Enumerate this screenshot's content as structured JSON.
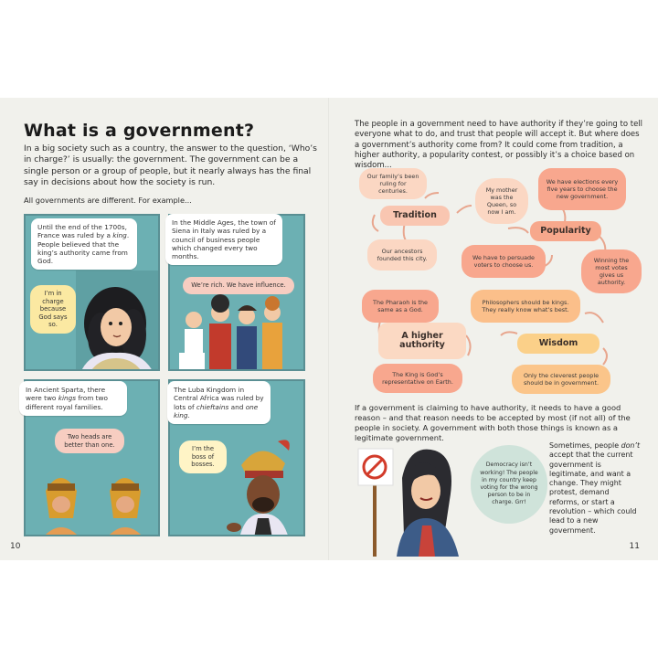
{
  "left_page": {
    "title": "What is a government?",
    "intro_parts": [
      "In a big society such as a country, the answer to the question, ‘Who’s in charge?’ is usually: the government. The government can be a single person or a group of people, but it nearly always has the final say in decisions about how the society is run."
    ],
    "intro_note": "All governments are different. For example...",
    "panels": [
      {
        "caption_pre": "Until the end of the 1700s, France was ruled by a ",
        "caption_em": "king",
        "caption_post": ". People believed that the king’s authority came from God.",
        "speech": "I’m in charge because God says so."
      },
      {
        "caption": "In the Middle Ages, the town of Siena in Italy was ruled by a council of business people which changed every two months.",
        "speech": "We’re rich. We have influence."
      },
      {
        "caption_pre": "In Ancient Sparta, there were two ",
        "caption_em": "kings",
        "caption_post": " from two different royal families.",
        "speech": "Two heads are better than one."
      },
      {
        "caption_pre": "The Luba Kingdom in Central Africa was ruled by lots of ",
        "caption_em": "chieftains",
        "caption_mid": " and ",
        "caption_em2": "one king",
        "caption_post": ".",
        "speech": "I’m the boss of bosses."
      }
    ],
    "page_number": "10"
  },
  "right_page": {
    "intro": "The people in a government need to have authority if they’re going to tell everyone what to do, and trust that people will accept it. But where does a government’s authority come from? It could come from tradition, a higher authority, a popularity contest, or possibly it’s a choice based on wisdom...",
    "diagram": {
      "keys": {
        "tradition": "Tradition",
        "popularity": "Popularity",
        "higher": "A higher authority",
        "wisdom": "Wisdom"
      },
      "bubbles": {
        "family": "Our family’s been ruling for centuries.",
        "queen": "My mother was the Queen, so now I am.",
        "ancestors": "Our ancestors founded this city.",
        "elections": "We have elections every five years to choose the new government.",
        "persuade": "We have to persuade voters to choose us.",
        "winning": "Winning the most votes gives us authority.",
        "pharaoh": "The Pharaoh is the same as a God.",
        "philosophers": "Philosophers should be kings. They really know what’s best.",
        "king_god": "The King is God’s representative on Earth.",
        "cleverest": "Only the cleverest people should be in government."
      }
    },
    "middle_text": "If a government is claiming to have authority, it needs to have a good reason – and that reason needs to be accepted by most (if not all) of the people in society. A government with both those things is known as a legitimate government.",
    "protest_speech": "Democracy isn’t working! The people in my country keep voting for the wrong person to be in charge. Grr!",
    "side_text_pre": "Sometimes, people ",
    "side_text_em": "don’t",
    "side_text_post": " accept that the current government is legitimate, and want a change. They might protest, demand reforms, or start a revolution – which could lead to a new government.",
    "page_number": "11"
  },
  "colors": {
    "panel": "#6cb0b3",
    "paper": "#f1f1ec",
    "salmon": "#f8a78e",
    "peach": "#fbd7c3",
    "orange": "#fbbf8a"
  }
}
